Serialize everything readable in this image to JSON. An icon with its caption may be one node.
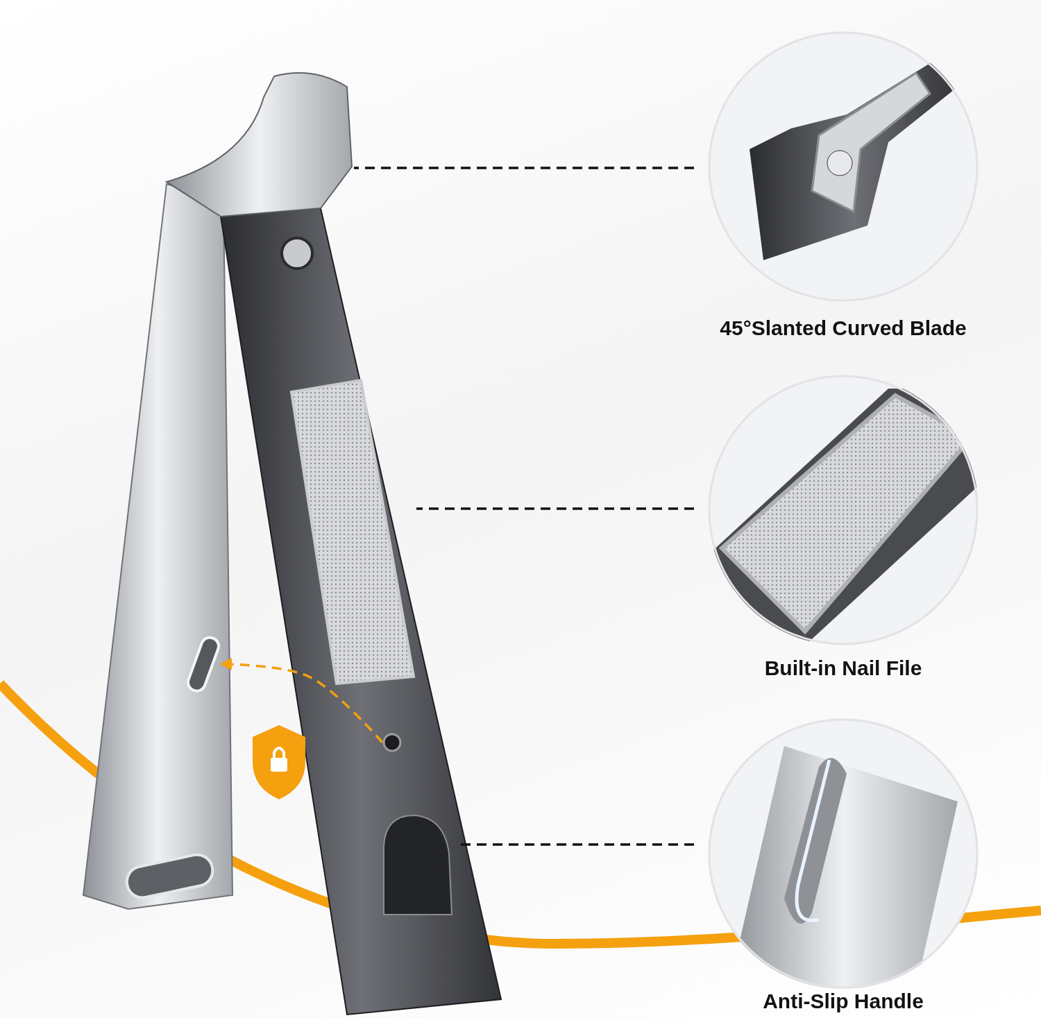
{
  "diagram": {
    "nodes": [
      {
        "text": [
          "45°Slanted Curved Blade"
        ]
      },
      {
        "text": [
          "Built-in Nail File"
        ]
      },
      {
        "text": [
          "Anti-Slip Handle"
        ]
      },
      {
        "text": [],
        "shape": "picture"
      },
      {
        "text": [],
        "shape": "picture"
      },
      {
        "text": [],
        "shape": "arch"
      },
      {
        "text": [],
        "shape": "bar"
      },
      {
        "text": [],
        "shape": "circle"
      }
    ],
    "edges": [
      {
        "from": 0,
        "to": 3,
        "arrow": "none",
        "style": "dashed"
      },
      {
        "from": 1,
        "to": 4,
        "arrow": "none",
        "style": "dashed"
      },
      {
        "from": 2,
        "to": 5,
        "arrow": "none",
        "style": "dashed"
      },
      {
        "from": 7,
        "to": 6,
        "arrow": "to",
        "style": "dashed",
        "color": "#f5a00f"
      }
    ]
  }
}
